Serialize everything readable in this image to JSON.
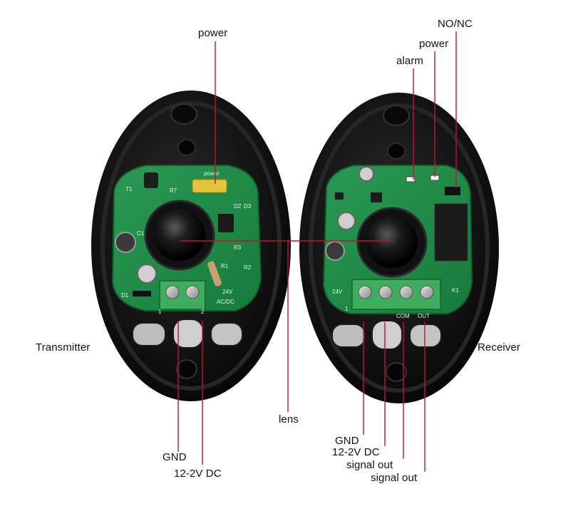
{
  "labels": {
    "tx_power": "power",
    "rx_nonc": "NO/NC",
    "rx_power": "power",
    "rx_alarm": "alarm",
    "transmitter": "Transmitter",
    "receiver": "Receiver",
    "lens": "lens",
    "tx_gnd": "GND",
    "tx_dc": "12-2V DC",
    "rx_gnd": "GND",
    "rx_dc": "12-2V DC",
    "rx_signal_out_1": "signal out",
    "rx_signal_out_2": "signal out"
  },
  "pcb_markings": {
    "tx_power": "power",
    "tx_voltage": "24V",
    "tx_acdc": "AC/DC",
    "tx_pin1": "1",
    "tx_pin2": "2",
    "tx_t1": "T1",
    "tx_r7": "R7",
    "tx_c1": "C1",
    "tx_d1": "D1",
    "tx_d2": "D2",
    "tx_d3": "D3",
    "tx_r1": "R1",
    "tx_r2": "R2",
    "tx_r3": "R3",
    "rx_voltage": "24V",
    "rx_pin1": "1",
    "rx_com": "COM",
    "rx_out": "OUT",
    "rx_k1": "K1"
  },
  "colors": {
    "housing": "#0d0d0d",
    "housing_rim": "#2b2b2b",
    "pcb": "#1f8a47",
    "terminal_block": "#3fae5f",
    "callout_line": "#c8102e"
  }
}
